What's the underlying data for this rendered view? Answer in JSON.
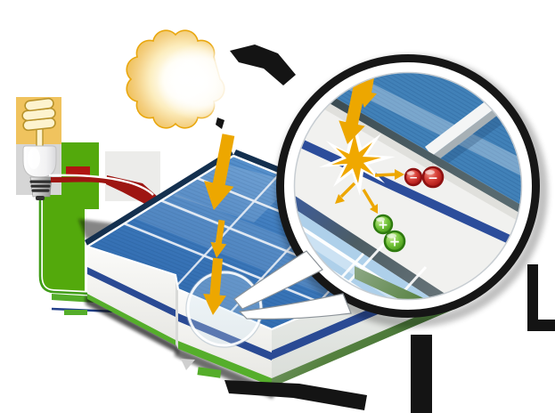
{
  "scene": {
    "kind": "solar-photovoltaic-diagram",
    "elements": [
      "sun",
      "cfl-bulb",
      "circuit",
      "solar-panel",
      "magnifier-inset"
    ]
  },
  "sun": {
    "fill": "#eebc4e",
    "outline": "#e9a70e"
  },
  "bulb": {
    "tile_top": "#f0c35e",
    "tile_bottom": "#d6d6d6",
    "coil": "#fdf3cf"
  },
  "circuit": {
    "board_green": "#53a90c",
    "terminal_red": "#b01511",
    "wire_red": "#9e1612",
    "wire_green": "#3f9d17",
    "wire_navy": "#23418c"
  },
  "panel": {
    "top_blue": "#3a78bc",
    "stripe_navy": "#2a4a94",
    "layer_green": "#55ae2b",
    "face_white": "#f2f2ef"
  },
  "arrows": {
    "color": "#eda700",
    "count": 3
  },
  "magnifier": {
    "spark_color": "#f0a800",
    "stripe_navy": "#2c4d9b",
    "electron_color": "#c11b1b",
    "hole_color": "#57ab22",
    "electrons": [
      {
        "symbol": "−"
      },
      {
        "symbol": "−"
      }
    ],
    "holes": [
      {
        "symbol": "+"
      },
      {
        "symbol": "+"
      }
    ]
  }
}
